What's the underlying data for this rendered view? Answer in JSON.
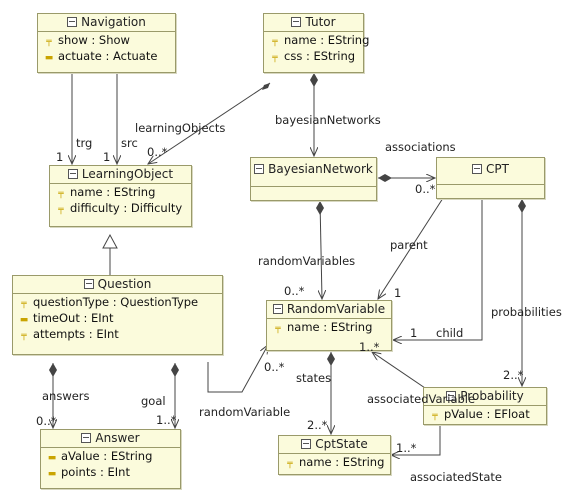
{
  "classes": {
    "navigation": {
      "name": "Navigation",
      "attrs": [
        {
          "text": "show : Show",
          "icon": "attribute-icon"
        },
        {
          "text": "actuate : Actuate",
          "icon": "attribute-icon"
        }
      ]
    },
    "tutor": {
      "name": "Tutor",
      "attrs": [
        {
          "text": "name : EString",
          "icon": "attribute-icon"
        },
        {
          "text": "css : EString",
          "icon": "attribute-icon"
        }
      ]
    },
    "learningObject": {
      "name": "LearningObject",
      "attrs": [
        {
          "text": "name : EString",
          "icon": "attribute-icon"
        },
        {
          "text": "difficulty : Difficulty",
          "icon": "attribute-icon"
        }
      ]
    },
    "bayesianNetwork": {
      "name": "BayesianNetwork",
      "attrs": []
    },
    "cpt": {
      "name": "CPT",
      "attrs": []
    },
    "question": {
      "name": "Question",
      "attrs": [
        {
          "text": "questionType : QuestionType",
          "icon": "attribute-icon"
        },
        {
          "text": "timeOut : EInt",
          "icon": "attribute-icon"
        },
        {
          "text": "attempts : EInt",
          "icon": "attribute-icon"
        }
      ]
    },
    "randomVariable": {
      "name": "RandomVariable",
      "attrs": [
        {
          "text": "name : EString",
          "icon": "attribute-icon"
        }
      ]
    },
    "probability": {
      "name": "Probability",
      "attrs": [
        {
          "text": "pValue : EFloat",
          "icon": "attribute-icon"
        }
      ]
    },
    "cptState": {
      "name": "CptState",
      "attrs": [
        {
          "text": "name : EString",
          "icon": "attribute-icon"
        }
      ]
    },
    "answer": {
      "name": "Answer",
      "attrs": [
        {
          "text": "aValue : EString",
          "icon": "attribute-icon"
        },
        {
          "text": "points : EInt",
          "icon": "attribute-icon"
        }
      ]
    }
  },
  "labels": {
    "trg": "trg",
    "src": "src",
    "one_trg": "1",
    "one_src": "1",
    "learningObjects": "learningObjects",
    "learningObjects_mult": "0..*",
    "bayesianNetworks": "bayesianNetworks",
    "associations": "associations",
    "associations_mult": "0..*",
    "parent": "parent",
    "randomVariables": "randomVariables",
    "randomVariables_mult_a": "0..*",
    "randomVariables_mult_b": "0..*",
    "one_parent": "1",
    "one_child": "1",
    "child": "child",
    "probabilities": "probabilities",
    "probabilities_mult": "2..*",
    "answers": "answers",
    "answers_mult": "0..*",
    "goal": "goal",
    "goal_mult": "1..*",
    "randomVariable": "randomVariable",
    "randomVariable_mult": "0..*",
    "states": "states",
    "states_mult": "2..*",
    "associatedVariable": "associatedVariable",
    "associatedVariable_mult": "1..*",
    "associatedState": "associatedState",
    "associatedState_mult": "1..*"
  },
  "colors": {
    "class_fill": "#fbfbdc",
    "class_border": "#9a9a6a",
    "attr_icon": "#c9a400"
  }
}
